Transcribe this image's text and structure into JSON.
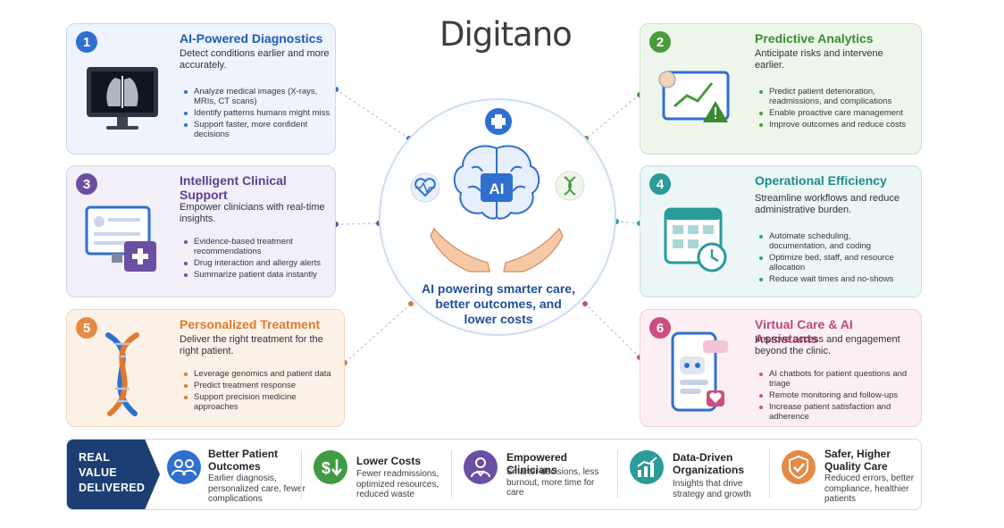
{
  "brand": {
    "logo_text": "Digitano"
  },
  "center": {
    "badge_text": "AI",
    "caption": "AI powering smarter care, better outcomes, and lower costs"
  },
  "cards": [
    {
      "num": "1",
      "title": "AI-Powered Diagnostics",
      "desc": "Detect conditions earlier and more accurately.",
      "bullets": [
        "Analyze medical images (X-rays, MRIs, CT scans)",
        "Identify patterns humans might miss",
        "Support faster, more confident decisions"
      ],
      "icon": "xray-monitor-icon",
      "accent": "#2f6fd0"
    },
    {
      "num": "2",
      "title": "Predictive Analytics",
      "desc": "Anticipate risks and intervene earlier.",
      "bullets": [
        "Predict patient deterioration, readmissions, and complications",
        "Enable proactive care management",
        "Improve outcomes and reduce costs"
      ],
      "icon": "trend-chart-alert-icon",
      "accent": "#4a9a3e"
    },
    {
      "num": "3",
      "title": "Intelligent Clinical Support",
      "desc": "Empower clinicians with real-time insights.",
      "bullets": [
        "Evidence-based treatment recommendations",
        "Drug interaction and allergy alerts",
        "Summarize patient data instantly"
      ],
      "icon": "clinical-monitor-icon",
      "accent": "#6b4fa3"
    },
    {
      "num": "4",
      "title": "Operational Efficiency",
      "desc": "Streamline workflows and reduce administrative burden.",
      "bullets": [
        "Automate scheduling, documentation, and coding",
        "Optimize bed, staff, and resource allocation",
        "Reduce wait times and no-shows"
      ],
      "icon": "calendar-clock-icon",
      "accent": "#2a9a9a"
    },
    {
      "num": "5",
      "title": "Personalized Treatment",
      "desc": "Deliver the right treatment for the right patient.",
      "bullets": [
        "Leverage genomics and patient data",
        "Predict treatment response",
        "Support precision medicine approaches"
      ],
      "icon": "dna-icon",
      "accent": "#e07a2e"
    },
    {
      "num": "6",
      "title": "Virtual Care & AI Assistants",
      "desc": "Improve access and engagement beyond the clinic.",
      "bullets": [
        "AI chatbots for patient questions and triage",
        "Remote monitoring and follow-ups",
        "Increase patient satisfaction and adherence"
      ],
      "icon": "phone-chatbot-icon",
      "accent": "#c94f80"
    }
  ],
  "value_bar": {
    "heading_lines": [
      "REAL",
      "VALUE",
      "DELIVERED"
    ],
    "items": [
      {
        "title": "Better Patient Outcomes",
        "desc": "Earlier diagnosis, personalized care, fewer complications",
        "icon": "people-icon",
        "color": "#2f6fd0"
      },
      {
        "title": "Lower Costs",
        "desc": "Fewer readmissions, optimized resources, reduced waste",
        "icon": "dollar-down-icon",
        "color": "#3f9a44"
      },
      {
        "title": "Empowered Clinicians",
        "desc": "Smarter decisions, less burnout, more time for care",
        "icon": "clinician-icon",
        "color": "#6b4fa3"
      },
      {
        "title": "Data-Driven Organizations",
        "desc": "Insights that drive strategy and growth",
        "icon": "growth-chart-icon",
        "color": "#2a9a9a"
      },
      {
        "title": "Safer, Higher Quality Care",
        "desc": "Reduced errors, better compliance, healthier patients",
        "icon": "shield-check-icon",
        "color": "#e58a45"
      }
    ]
  }
}
